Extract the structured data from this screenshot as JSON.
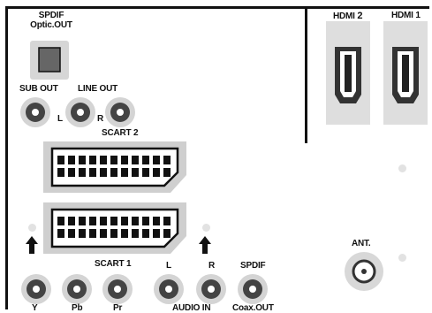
{
  "labels": {
    "spdif_optic_line1": "SPDIF",
    "spdif_optic_line2": "Optic.OUT",
    "sub_out": "SUB OUT",
    "line_out": "LINE OUT",
    "line_out_l": "L",
    "line_out_r": "R",
    "scart2": "SCART 2",
    "scart1": "SCART 1",
    "hdmi2_prefix": "HDMI",
    "hdmi2_num": "2",
    "hdmi1": "HDMI 1",
    "ant": "ANT.",
    "audio_in_l": "L",
    "audio_in_r": "R",
    "spdif_coax": "SPDIF",
    "y": "Y",
    "pb": "Pb",
    "pr": "Pr",
    "audio_in": "AUDIO IN",
    "coax_out": "Coax.OUT"
  },
  "colors": {
    "line": "#111111",
    "jack_ring": "#d4d4d4",
    "hdmi_panel": "#dedede",
    "scart_body": "#cfcfcf"
  }
}
